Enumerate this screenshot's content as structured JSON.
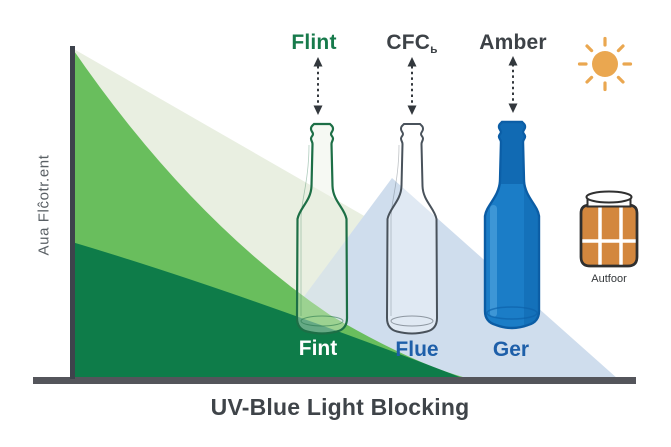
{
  "title": "UV-Blue Light Blocking",
  "y_axis_label": "Aua Flĉotr.ent",
  "bottles": [
    {
      "top_label": "Flint",
      "top_color": "#177a4b",
      "bottom_label": "Fint",
      "bottom_color": "#ffffff",
      "glass": "clear flint glass, green outline"
    },
    {
      "top_label": "CFC",
      "top_color": "#3d4247",
      "bottom_label": "Flue",
      "bottom_color": "#1e5fa9",
      "glass": "clear glass, gray outline"
    },
    {
      "top_label": "Amber",
      "top_color": "#3d4247",
      "bottom_label": "Ger",
      "bottom_color": "#1e5fa9",
      "glass": "solid blue glass"
    }
  ],
  "cfc_subscript": "ь",
  "jar": {
    "label": "Autfoor"
  },
  "icons": {
    "sun": "sun-icon",
    "jar": "amber-jar-icon"
  },
  "colors": {
    "area_dark_green": "#0e7c49",
    "area_medium_green": "#69be5d",
    "area_pale_green": "#e9efe1",
    "area_light_blue": "#cfdded",
    "axis": "#4a4b52",
    "blue_bottle": "#1b7dc7",
    "sun": "#eaa750",
    "jar_fill": "#d3873e",
    "title_text": "#3f4449"
  },
  "chart_data": {
    "type": "area",
    "title": "UV-Blue Light Blocking",
    "xlabel": "UV-Blue Light Blocking",
    "ylabel": "Aua Flĉotr.ent",
    "x_ticks": [],
    "y_ticks": [],
    "axes_numeric": false,
    "legend": "none",
    "grid": false,
    "series": [
      {
        "name": "dark-green-area",
        "color": "#0e7c49",
        "points_pct_xy": [
          [
            0,
            42
          ],
          [
            18,
            33
          ],
          [
            40,
            20
          ],
          [
            58,
            8
          ],
          [
            70,
            0
          ]
        ]
      },
      {
        "name": "medium-green-area",
        "color": "#69be5d",
        "points_pct_xy": [
          [
            0,
            100
          ],
          [
            15,
            62
          ],
          [
            30,
            36
          ],
          [
            46,
            20
          ],
          [
            63,
            6
          ],
          [
            72,
            0
          ]
        ]
      },
      {
        "name": "pale-green-wedge",
        "color": "#e9efe1",
        "points_pct_xy": [
          [
            0,
            100
          ],
          [
            52,
            50
          ],
          [
            36,
            12
          ]
        ]
      },
      {
        "name": "light-blue-triangle",
        "color": "#cfdded",
        "points_pct_xy": [
          [
            35,
            11
          ],
          [
            57,
            61
          ],
          [
            97,
            0
          ]
        ]
      }
    ],
    "annotations": [
      {
        "text": "Flint bottle over green/pale areas",
        "bottom_tag": "Fint"
      },
      {
        "text": "CFC bottle over blue area",
        "bottom_tag": "Flue"
      },
      {
        "text": "Amber (blue glass) bottle over blue area",
        "bottom_tag": "Ger"
      }
    ]
  }
}
